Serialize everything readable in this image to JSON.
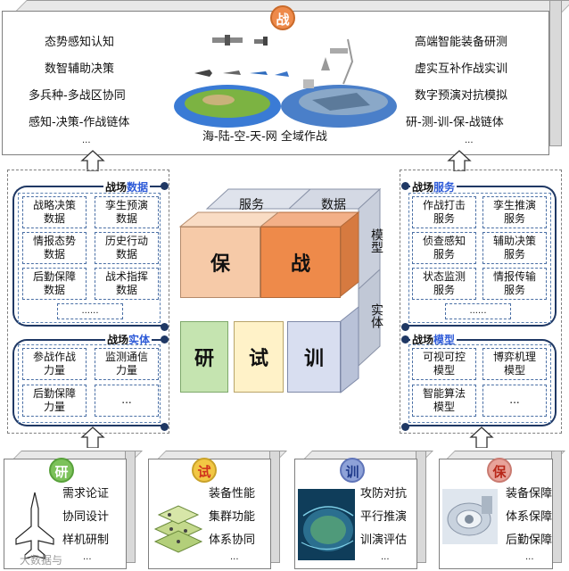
{
  "top": {
    "badge": "战",
    "left_lines": [
      "态势感知认知",
      "数智辅助决策",
      "多兵种-多战区协同",
      "感知-决策-作战链体",
      "..."
    ],
    "right_lines": [
      "高端智能装备研测",
      "虚实互补作战实训",
      "数字预演对抗模拟",
      "研-测-训-保-战链体",
      "..."
    ],
    "center_caption": "海-陆-空-天-网 全域作战"
  },
  "left_data_panel": {
    "title_prefix": "战场",
    "title_highlight": "数据",
    "cells": [
      "战略决策\n数据",
      "孪生预演\n数据",
      "情报态势\n数据",
      "历史行动\n数据",
      "后勤保障\n数据",
      "战术指挥\n数据",
      "......"
    ]
  },
  "left_entity_panel": {
    "title_prefix": "战场",
    "title_highlight": "实体",
    "cells": [
      "参战作战\n力量",
      "监测通信\n力量",
      "后勤保障\n力量",
      "..."
    ]
  },
  "right_service_panel": {
    "title_prefix": "战场",
    "title_highlight": "服务",
    "cells": [
      "作战打击\n服务",
      "孪生推演\n服务",
      "侦查感知\n服务",
      "辅助决策\n服务",
      "状态监测\n服务",
      "情报传输\n服务",
      "......"
    ]
  },
  "right_model_panel": {
    "title_prefix": "战场",
    "title_highlight": "模型",
    "cells": [
      "可视可控\n模型",
      "博弈机理\n模型",
      "智能算法\n模型",
      "..."
    ]
  },
  "cube": {
    "top_labels": [
      "服务",
      "数据"
    ],
    "side_labels": [
      "模型",
      "实体"
    ],
    "front": [
      "保",
      "战",
      "研",
      "试",
      "训"
    ]
  },
  "bottom": [
    {
      "badge": "研",
      "lines": [
        "需求论证",
        "协同设计",
        "样机研制",
        "..."
      ],
      "color": "#7cc25a"
    },
    {
      "badge": "试",
      "lines": [
        "装备性能",
        "集群功能",
        "体系协同",
        "..."
      ],
      "color": "#f2c744"
    },
    {
      "badge": "训",
      "lines": [
        "攻防对抗",
        "平行推演",
        "训演评估",
        "..."
      ],
      "color": "#8ea2d8"
    },
    {
      "badge": "保",
      "lines": [
        "装备保障",
        "体系保障",
        "后勤保障",
        "..."
      ],
      "color": "#e8a39a"
    }
  ],
  "watermark": "大数据与",
  "colors": {
    "zhan": "#ee8a4a",
    "bao": "#f6caa8",
    "yan": "#c5e4b0",
    "shi": "#fff2c8",
    "xun": "#d8def0",
    "accent": "#2e5bd8",
    "bracket": "#1f3864"
  }
}
